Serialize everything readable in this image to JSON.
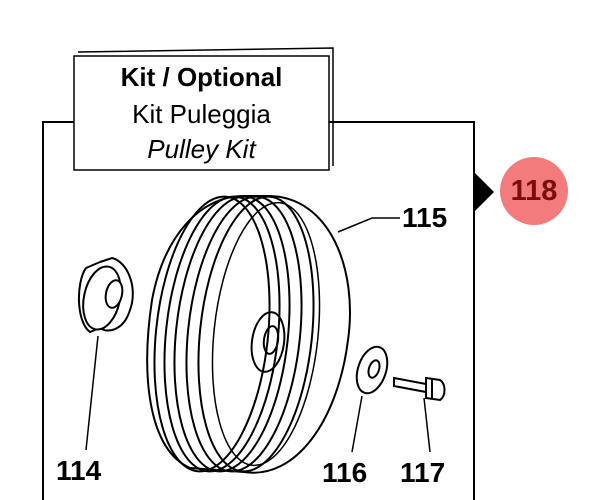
{
  "header": {
    "line1": "Kit / Optional",
    "line2": "Kit Puleggia",
    "line3": "Pulley Kit"
  },
  "parts": {
    "p114": "114",
    "p115": "115",
    "p116": "116",
    "p117": "117"
  },
  "reference_badge": {
    "label": "118",
    "color": "#f47b7b"
  }
}
